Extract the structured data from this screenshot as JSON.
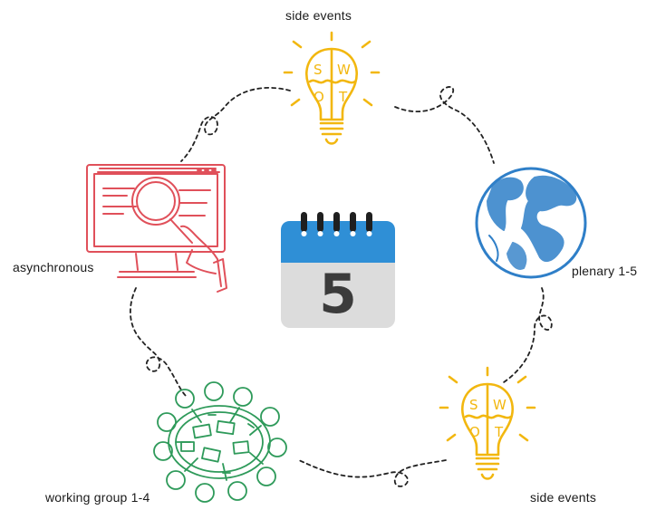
{
  "labels": {
    "side_events_top": "side events",
    "asynchronous": "asynchronous",
    "plenary": "plenary 1-5",
    "working_group": "working group 1-4",
    "side_events_bottom": "side events"
  },
  "calendar": {
    "number": "5"
  },
  "bulb": {
    "letters": [
      "S",
      "W",
      "O",
      "T"
    ]
  },
  "colors": {
    "bulb": "#f2b70f",
    "monitor": "#e0505a",
    "globe": "#2f7fc8",
    "group": "#2e9a5a",
    "calendar_blue": "#2f8fd6",
    "calendar_gray": "#dcdcdc",
    "text": "#1a1a1a"
  },
  "icons": [
    "lightbulb-swot-icon",
    "magnifier-monitor-icon",
    "globe-icon",
    "calendar-icon",
    "working-group-table-icon"
  ]
}
